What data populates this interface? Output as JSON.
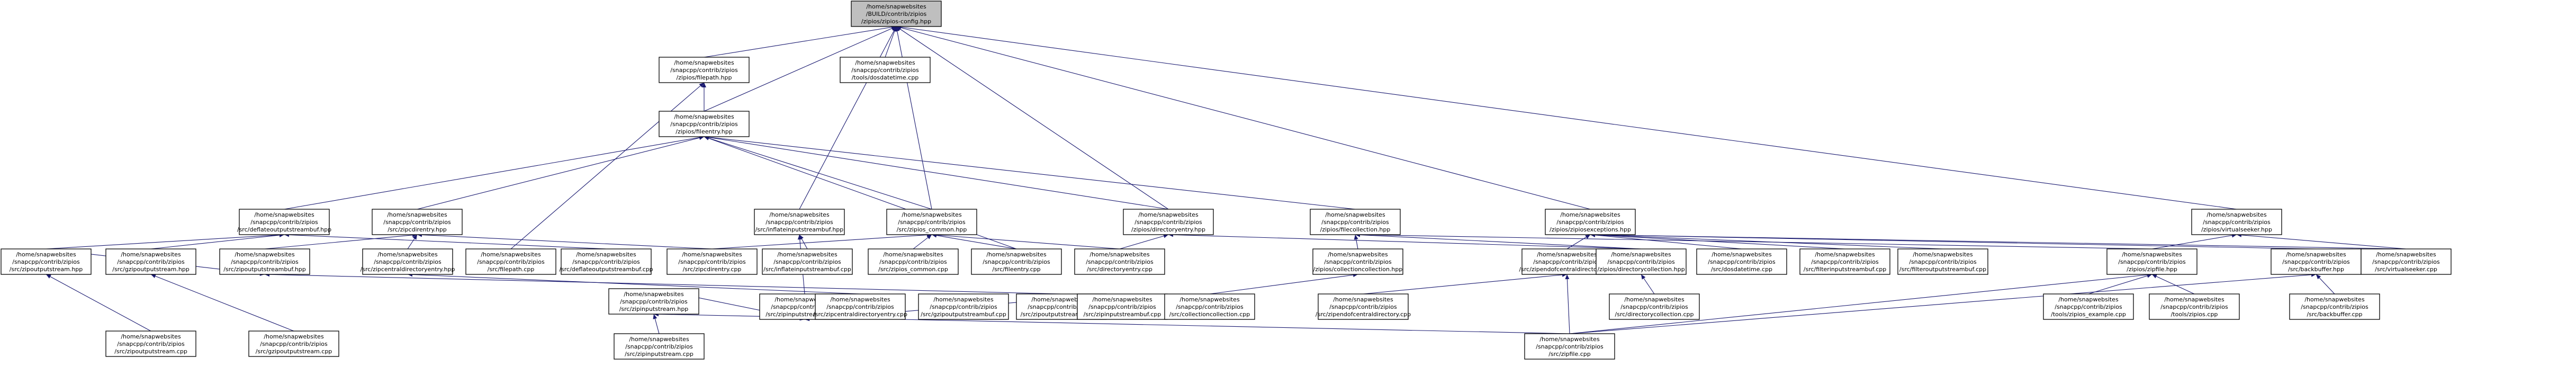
{
  "diagram": {
    "type": "include-dependency-graph",
    "edge_color": "#191970",
    "root_fill": "#bfbfbf",
    "nodes": [
      {
        "id": "root",
        "lines": [
          "/home/snapwebsites",
          "/BUILD/contrib/zipios",
          "/zipios/zipios-config.hpp"
        ],
        "root": true
      },
      {
        "id": "filepath_hpp",
        "lines": [
          "/home/snapwebsites",
          "/snapcpp/contrib/zipios",
          "/zipios/filepath.hpp"
        ]
      },
      {
        "id": "dosdatetime_cpp",
        "lines": [
          "/home/snapwebsites",
          "/snapcpp/contrib/zipios",
          "/tools/dosdatetime.cpp"
        ]
      },
      {
        "id": "fileentry_hpp",
        "lines": [
          "/home/snapwebsites",
          "/snapcpp/contrib/zipios",
          "/zipios/fileentry.hpp"
        ]
      },
      {
        "id": "deflateoutputstreambuf_hpp",
        "lines": [
          "/home/snapwebsites",
          "/snapcpp/contrib/zipios",
          "/src/deflateoutputstreambuf.hpp"
        ]
      },
      {
        "id": "zipcdirentry_hpp",
        "lines": [
          "/home/snapwebsites",
          "/snapcpp/contrib/zipios",
          "/src/zipcdirentry.hpp"
        ]
      },
      {
        "id": "zipoutputstream_hpp",
        "lines": [
          "/home/snapwebsites",
          "/snapcpp/contrib/zipios",
          "/src/zipoutputstream.hpp"
        ]
      },
      {
        "id": "gzipoutputstream_hpp",
        "lines": [
          "/home/snapwebsites",
          "/snapcpp/contrib/zipios",
          "/src/gzipoutputstream.hpp"
        ]
      },
      {
        "id": "zipoutputstreambuf_hpp",
        "lines": [
          "/home/snapwebsites",
          "/snapcpp/contrib/zipios",
          "/src/zipoutputstreambuf.hpp"
        ]
      },
      {
        "id": "zipcentraldirectoryentry_hpp",
        "lines": [
          "/home/snapwebsites",
          "/snapcpp/contrib/zipios",
          "/src/zipcentraldirectoryentry.hpp"
        ]
      },
      {
        "id": "gzipoutputstreambuf_hpp",
        "lines": [
          "/home/snapwebsites",
          "/snapcpp/contrib/zipios",
          "/src/gzipoutputstreambuf.hpp"
        ]
      },
      {
        "id": "inflateinputstreambuf_hpp",
        "lines": [
          "/home/snapwebsites",
          "/snapcpp/contrib/zipios",
          "/src/inflateinputstreambuf.hpp"
        ]
      },
      {
        "id": "zipios_common_hpp",
        "lines": [
          "/home/snapwebsites",
          "/snapcpp/contrib/zipios",
          "/src/zipios_common.hpp"
        ]
      },
      {
        "id": "directoryentry_hpp",
        "lines": [
          "/home/snapwebsites",
          "/snapcpp/contrib/zipios",
          "/zipios/directoryentry.hpp"
        ]
      },
      {
        "id": "filecollection_hpp",
        "lines": [
          "/home/snapwebsites",
          "/snapcpp/contrib/zipios",
          "/zipios/filecollection.hpp"
        ]
      },
      {
        "id": "zipiosexceptions_hpp",
        "lines": [
          "/home/snapwebsites",
          "/snapcpp/contrib/zipios",
          "/zipios/zipiosexceptions.hpp"
        ]
      },
      {
        "id": "virtualseeker_hpp",
        "lines": [
          "/home/snapwebsites",
          "/snapcpp/contrib/zipios",
          "/zipios/virtualseeker.hpp"
        ]
      },
      {
        "id": "zipinputstreambuf_hpp",
        "lines": [
          "/home/snapwebsites",
          "/snapcpp/contrib/zipios",
          "/src/zipinputstreambuf.hpp"
        ]
      },
      {
        "id": "filepath_cpp",
        "lines": [
          "/home/snapwebsites",
          "/snapcpp/contrib/zipios",
          "/src/filepath.cpp"
        ]
      },
      {
        "id": "deflateoutputstreambuf_cpp",
        "lines": [
          "/home/snapwebsites",
          "/snapcpp/contrib/zipios",
          "/src/deflateoutputstreambuf.cpp"
        ]
      },
      {
        "id": "zipcdirentry_cpp",
        "lines": [
          "/home/snapwebsites",
          "/snapcpp/contrib/zipios",
          "/src/zipcdirentry.cpp"
        ]
      },
      {
        "id": "inflateinputstreambuf_cpp",
        "lines": [
          "/home/snapwebsites",
          "/snapcpp/contrib/zipios",
          "/src/inflateinputstreambuf.cpp"
        ]
      },
      {
        "id": "zipios_common_cpp",
        "lines": [
          "/home/snapwebsites",
          "/snapcpp/contrib/zipios",
          "/src/zipios_common.cpp"
        ]
      },
      {
        "id": "fileentry_cpp",
        "lines": [
          "/home/snapwebsites",
          "/snapcpp/contrib/zipios",
          "/src/fileentry.cpp"
        ]
      },
      {
        "id": "directoryentry_cpp",
        "lines": [
          "/home/snapwebsites",
          "/snapcpp/contrib/zipios",
          "/src/directoryentry.cpp"
        ]
      },
      {
        "id": "zipendofcentraldirectory_hpp",
        "lines": [
          "/home/snapwebsites",
          "/snapcpp/contrib/zipios",
          "/src/zipendofcentraldirectory.hpp"
        ]
      },
      {
        "id": "directorycollection_hpp",
        "lines": [
          "/home/snapwebsites",
          "/snapcpp/contrib/zipios",
          "/zipios/directorycollection.hpp"
        ]
      },
      {
        "id": "dosdatetime_cpp_src",
        "lines": [
          "/home/snapwebsites",
          "/snapcpp/contrib/zipios",
          "/src/dosdatetime.cpp"
        ]
      },
      {
        "id": "filterinputstreambuf_cpp",
        "lines": [
          "/home/snapwebsites",
          "/snapcpp/contrib/zipios",
          "/src/filterinputstreambuf.cpp"
        ]
      },
      {
        "id": "filteroutputstreambuf_cpp",
        "lines": [
          "/home/snapwebsites",
          "/snapcpp/contrib/zipios",
          "/src/filteroutputstreambuf.cpp"
        ]
      },
      {
        "id": "zipfile_hpp",
        "lines": [
          "/home/snapwebsites",
          "/snapcpp/contrib/zipios",
          "/zipios/zipfile.hpp"
        ]
      },
      {
        "id": "backbuffer_hpp",
        "lines": [
          "/home/snapwebsites",
          "/snapcpp/contrib/zipios",
          "/src/backbuffer.hpp"
        ]
      },
      {
        "id": "virtualseeker_cpp",
        "lines": [
          "/home/snapwebsites",
          "/snapcpp/contrib/zipios",
          "/src/virtualseeker.cpp"
        ]
      },
      {
        "id": "zipoutputstream_cpp",
        "lines": [
          "/home/snapwebsites",
          "/snapcpp/contrib/zipios",
          "/src/zipoutputstream.cpp"
        ]
      },
      {
        "id": "gzipoutputstream_cpp",
        "lines": [
          "/home/snapwebsites",
          "/snapcpp/contrib/zipios",
          "/src/gzipoutputstream.cpp"
        ]
      },
      {
        "id": "zipinputstream_hpp",
        "lines": [
          "/home/snapwebsites",
          "/snapcpp/contrib/zipios",
          "/src/zipinputstream.hpp"
        ]
      },
      {
        "id": "zipcentraldirectoryentry_cpp",
        "lines": [
          "/home/snapwebsites",
          "/snapcpp/contrib/zipios",
          "/src/zipcentraldirectoryentry.cpp"
        ]
      },
      {
        "id": "gzipoutputstreambuf_cpp",
        "lines": [
          "/home/snapwebsites",
          "/snapcpp/contrib/zipios",
          "/src/gzipoutputstreambuf.cpp"
        ]
      },
      {
        "id": "zipoutputstreambuf_cpp",
        "lines": [
          "/home/snapwebsites",
          "/snapcpp/contrib/zipios",
          "/src/zipoutputstreambuf.cpp"
        ]
      },
      {
        "id": "zipinputstreambuf_cpp",
        "lines": [
          "/home/snapwebsites",
          "/snapcpp/contrib/zipios",
          "/src/zipinputstreambuf.cpp"
        ]
      },
      {
        "id": "collectioncollection_cpp",
        "lines": [
          "/home/snapwebsites",
          "/snapcpp/contrib/zipios",
          "/src/collectioncollection.cpp"
        ]
      },
      {
        "id": "zipendofcentraldirectory_cpp",
        "lines": [
          "/home/snapwebsites",
          "/snapcpp/contrib/zipios",
          "/src/zipendofcentraldirectory.cpp"
        ]
      },
      {
        "id": "directorycollection_cpp",
        "lines": [
          "/home/snapwebsites",
          "/snapcpp/contrib/zipios",
          "/src/directorycollection.cpp"
        ]
      },
      {
        "id": "zipios_example_cpp",
        "lines": [
          "/home/snapwebsites",
          "/snapcpp/contrib/zipios",
          "/tools/zipios_example.cpp"
        ]
      },
      {
        "id": "tools_zipios_cpp",
        "lines": [
          "/home/snapwebsites",
          "/snapcpp/contrib/zipios",
          "/tools/zipios.cpp"
        ]
      },
      {
        "id": "backbuffer_cpp",
        "lines": [
          "/home/snapwebsites",
          "/snapcpp/contrib/zipios",
          "/src/backbuffer.cpp"
        ]
      },
      {
        "id": "zipinputstream_cpp",
        "lines": [
          "/home/snapwebsites",
          "/snapcpp/contrib/zipios",
          "/src/zipinputstream.cpp"
        ]
      },
      {
        "id": "zipfile_cpp",
        "lines": [
          "/home/snapwebsites",
          "/snapcpp/contrib/zipios",
          "/src/zipfile.cpp"
        ]
      },
      {
        "id": "collectioncollection_hpp",
        "lines": [
          "/home/snapwebsites",
          "/snapcpp/contrib/zipios",
          "/zipios/collectioncollection.hpp"
        ]
      }
    ],
    "edges": [
      [
        "filepath_hpp",
        "root"
      ],
      [
        "dosdatetime_cpp",
        "root"
      ],
      [
        "fileentry_hpp",
        "root"
      ],
      [
        "zipios_common_hpp",
        "root"
      ],
      [
        "inflateinputstreambuf_hpp",
        "root"
      ],
      [
        "zipiosexceptions_hpp",
        "root"
      ],
      [
        "virtualseeker_hpp",
        "root"
      ],
      [
        "directoryentry_hpp",
        "root"
      ],
      [
        "fileentry_hpp",
        "filepath_hpp"
      ],
      [
        "filepath_cpp",
        "filepath_hpp"
      ],
      [
        "deflateoutputstreambuf_hpp",
        "fileentry_hpp"
      ],
      [
        "zipcdirentry_hpp",
        "fileentry_hpp"
      ],
      [
        "zipios_common_hpp",
        "fileentry_hpp"
      ],
      [
        "directoryentry_hpp",
        "fileentry_hpp"
      ],
      [
        "filecollection_hpp",
        "fileentry_hpp"
      ],
      [
        "fileentry_cpp",
        "fileentry_hpp"
      ],
      [
        "zipoutputstream_hpp",
        "deflateoutputstreambuf_hpp"
      ],
      [
        "gzipoutputstream_hpp",
        "deflateoutputstreambuf_hpp"
      ],
      [
        "deflateoutputstreambuf_cpp",
        "deflateoutputstreambuf_hpp"
      ],
      [
        "zipoutputstreambuf_hpp",
        "zipcdirentry_hpp"
      ],
      [
        "zipcentraldirectoryentry_hpp",
        "zipcdirentry_hpp"
      ],
      [
        "zipcdirentry_cpp",
        "zipcdirentry_hpp"
      ],
      [
        "zipoutputstream_hpp",
        "zipoutputstreambuf_hpp"
      ],
      [
        "zipoutputstreambuf_cpp",
        "zipoutputstreambuf_hpp"
      ],
      [
        "zipoutputstream_cpp",
        "zipoutputstream_hpp"
      ],
      [
        "gzipoutputstreambuf_hpp",
        "gzipoutputstream_hpp"
      ],
      [
        "gzipoutputstream_cpp",
        "gzipoutputstream_hpp"
      ],
      [
        "gzipoutputstreambuf_cpp",
        "gzipoutputstreambuf_hpp"
      ],
      [
        "zipcentraldirectoryentry_cpp",
        "zipcentraldirectoryentry_hpp"
      ],
      [
        "zipinputstreambuf_hpp",
        "inflateinputstreambuf_hpp"
      ],
      [
        "inflateinputstreambuf_cpp",
        "inflateinputstreambuf_hpp"
      ],
      [
        "zipinputstream_hpp",
        "zipinputstreambuf_hpp"
      ],
      [
        "zipinputstreambuf_cpp",
        "zipinputstreambuf_hpp"
      ],
      [
        "zipinputstream_cpp",
        "zipinputstream_hpp"
      ],
      [
        "zipfile_cpp",
        "zipinputstream_hpp"
      ],
      [
        "zipios_common_cpp",
        "zipios_common_hpp"
      ],
      [
        "fileentry_cpp",
        "zipios_common_hpp"
      ],
      [
        "directoryentry_cpp",
        "zipios_common_hpp"
      ],
      [
        "zipcdirentry_cpp",
        "zipios_common_hpp"
      ],
      [
        "directoryentry_cpp",
        "directoryentry_hpp"
      ],
      [
        "directorycollection_hpp",
        "directoryentry_hpp"
      ],
      [
        "collectioncollection_hpp",
        "filecollection_hpp"
      ],
      [
        "directorycollection_hpp",
        "filecollection_hpp"
      ],
      [
        "zipfile_hpp",
        "filecollection_hpp"
      ],
      [
        "zipendofcentraldirectory_hpp",
        "zipiosexceptions_hpp"
      ],
      [
        "dosdatetime_cpp_src",
        "zipiosexceptions_hpp"
      ],
      [
        "filterinputstreambuf_cpp",
        "zipiosexceptions_hpp"
      ],
      [
        "filteroutputstreambuf_cpp",
        "zipiosexceptions_hpp"
      ],
      [
        "backbuffer_hpp",
        "zipiosexceptions_hpp"
      ],
      [
        "virtualseeker_cpp",
        "zipiosexceptions_hpp"
      ],
      [
        "collectioncollection_cpp",
        "collectioncollection_hpp"
      ],
      [
        "zipendofcentraldirectory_cpp",
        "zipendofcentraldirectory_hpp"
      ],
      [
        "zipfile_cpp",
        "zipendofcentraldirectory_hpp"
      ],
      [
        "directorycollection_cpp",
        "directorycollection_hpp"
      ],
      [
        "zipfile_hpp",
        "virtualseeker_hpp"
      ],
      [
        "virtualseeker_cpp",
        "virtualseeker_hpp"
      ],
      [
        "zipios_example_cpp",
        "zipfile_hpp"
      ],
      [
        "tools_zipios_cpp",
        "zipfile_hpp"
      ],
      [
        "zipfile_cpp",
        "zipfile_hpp"
      ],
      [
        "backbuffer_cpp",
        "backbuffer_hpp"
      ],
      [
        "zipfile_cpp",
        "backbuffer_hpp"
      ]
    ]
  }
}
